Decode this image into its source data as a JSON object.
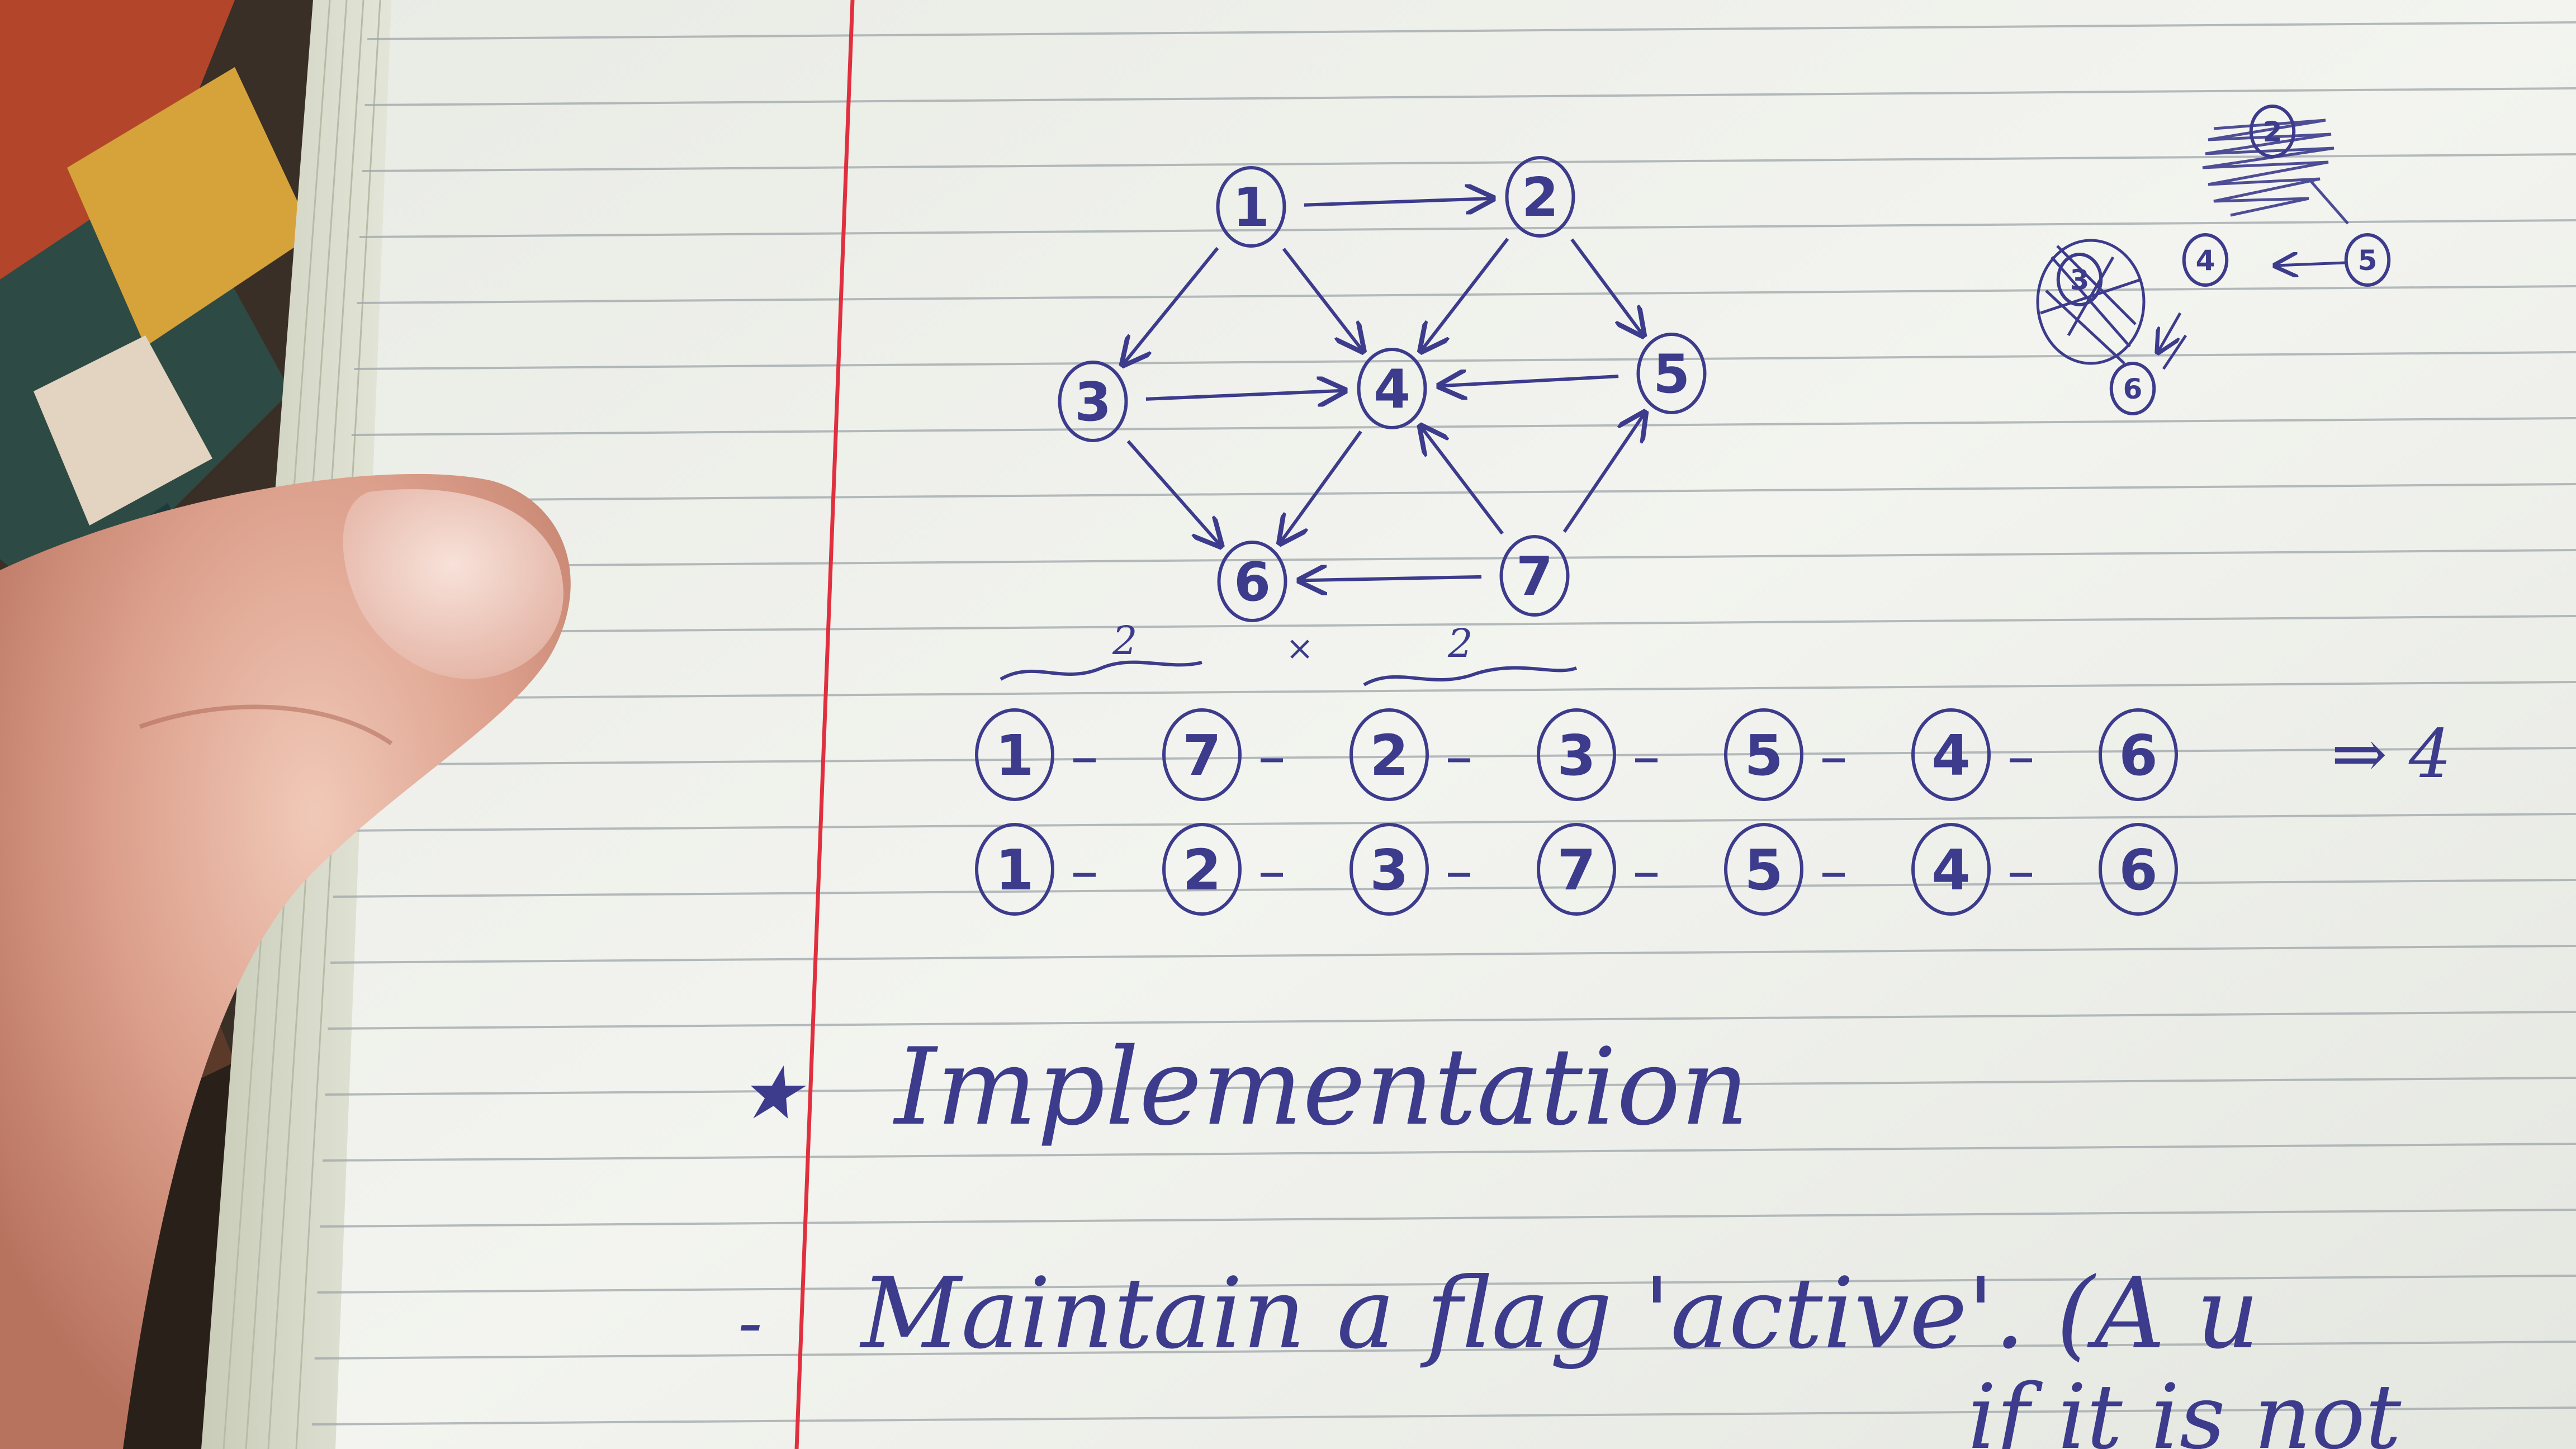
{
  "photo": {
    "subject": "handwritten notebook page with a directed graph"
  },
  "graph": {
    "nodes": [
      "1",
      "2",
      "3",
      "4",
      "5",
      "6",
      "7"
    ],
    "edges": [
      [
        "1",
        "2"
      ],
      [
        "1",
        "3"
      ],
      [
        "1",
        "4"
      ],
      [
        "2",
        "4"
      ],
      [
        "2",
        "5"
      ],
      [
        "3",
        "4"
      ],
      [
        "3",
        "6"
      ],
      [
        "5",
        "4"
      ],
      [
        "4",
        "6"
      ],
      [
        "7",
        "6"
      ],
      [
        "7",
        "4"
      ],
      [
        "7",
        "5"
      ]
    ]
  },
  "annotations": {
    "left_weight": "2",
    "center_mark": "×",
    "right_weight": "2"
  },
  "sequences": {
    "row1": [
      "1",
      "7",
      "2",
      "3",
      "5",
      "4",
      "6"
    ],
    "row2": [
      "1",
      "2",
      "3",
      "7",
      "5",
      "4",
      "6"
    ],
    "row1_result": "⇒ 4"
  },
  "small_sketch": {
    "nodes": [
      "2",
      "3",
      "4",
      "5",
      "6"
    ]
  },
  "notes": {
    "heading_bullet": "★",
    "heading": "Implementation",
    "line1_dash": "-",
    "line1": "Maintain a flag 'active'. (A u",
    "line2": "if it is not"
  },
  "colors": {
    "ink": "#3c3b8c",
    "paper": "#f2f3ee",
    "rule_line": "#9fa6aa",
    "margin_line": "#e0303f",
    "skin": "#d49a86"
  }
}
